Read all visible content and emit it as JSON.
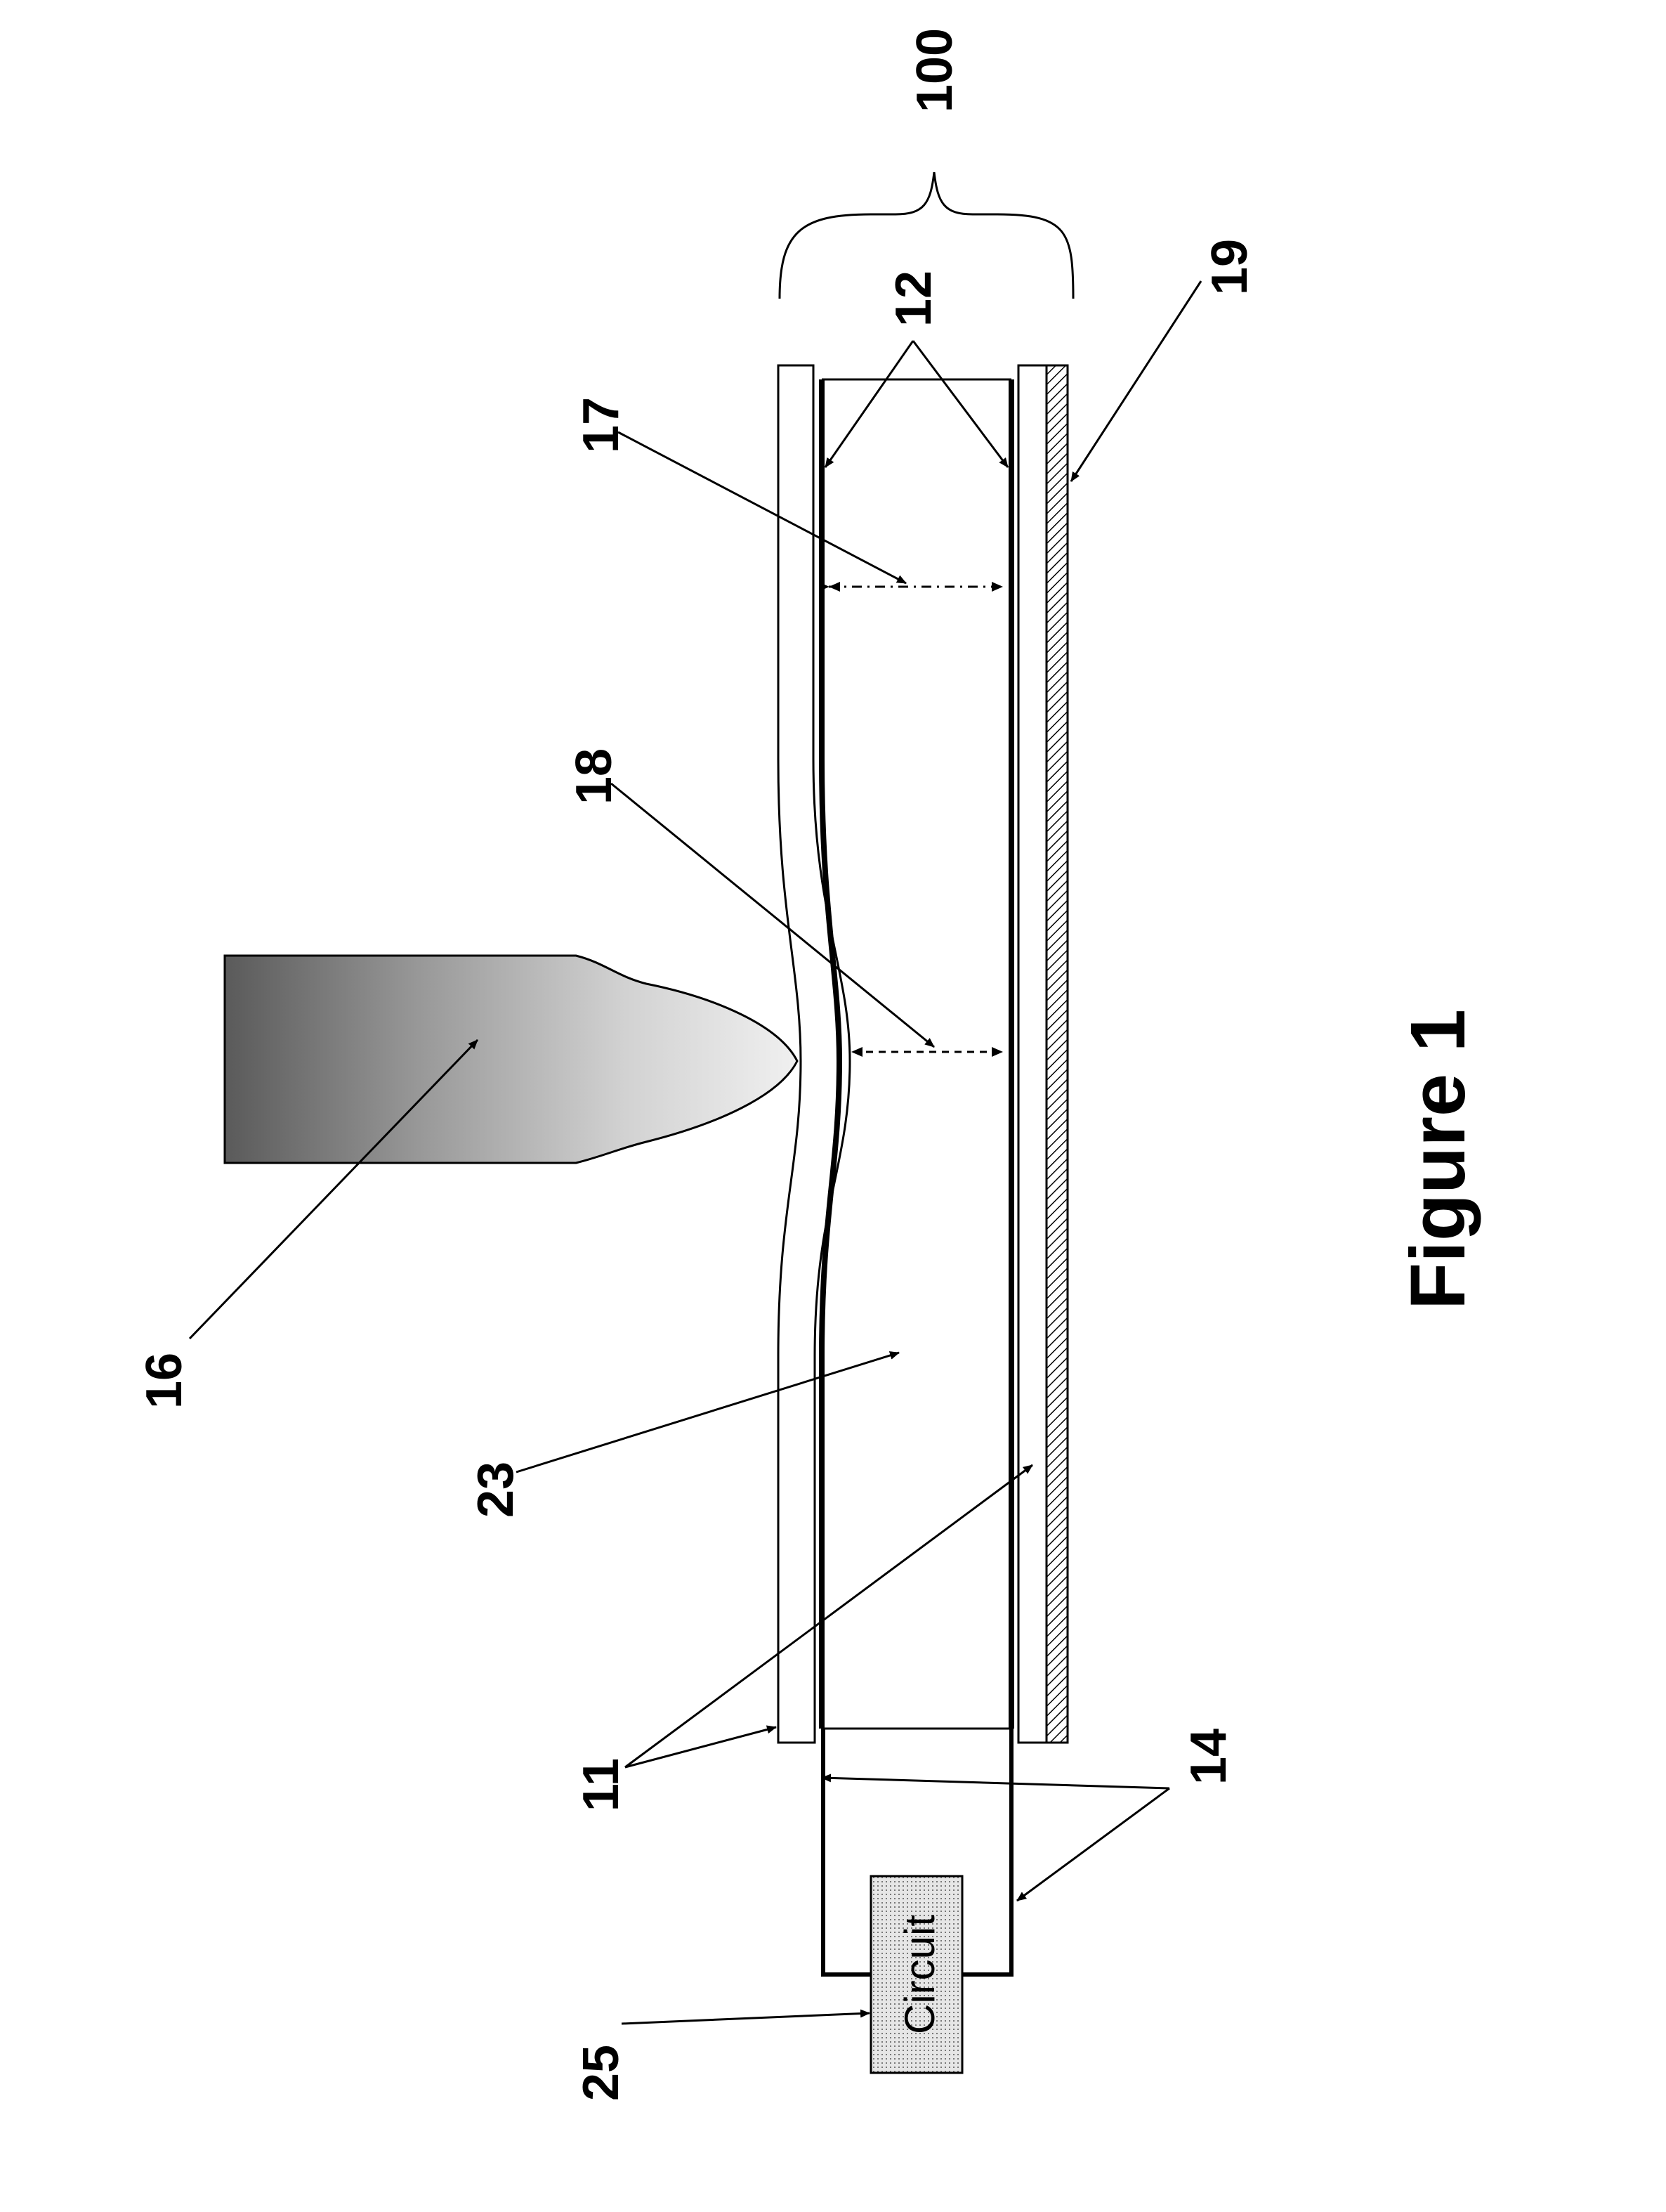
{
  "figure": {
    "caption": "Figure 1",
    "circuit_text": "Circuit",
    "labels": {
      "l100": "100",
      "l12": "12",
      "l17": "17",
      "l18": "18",
      "l19": "19",
      "l16": "16",
      "l23": "23",
      "l11": "11",
      "l14": "14",
      "l25": "25"
    }
  }
}
